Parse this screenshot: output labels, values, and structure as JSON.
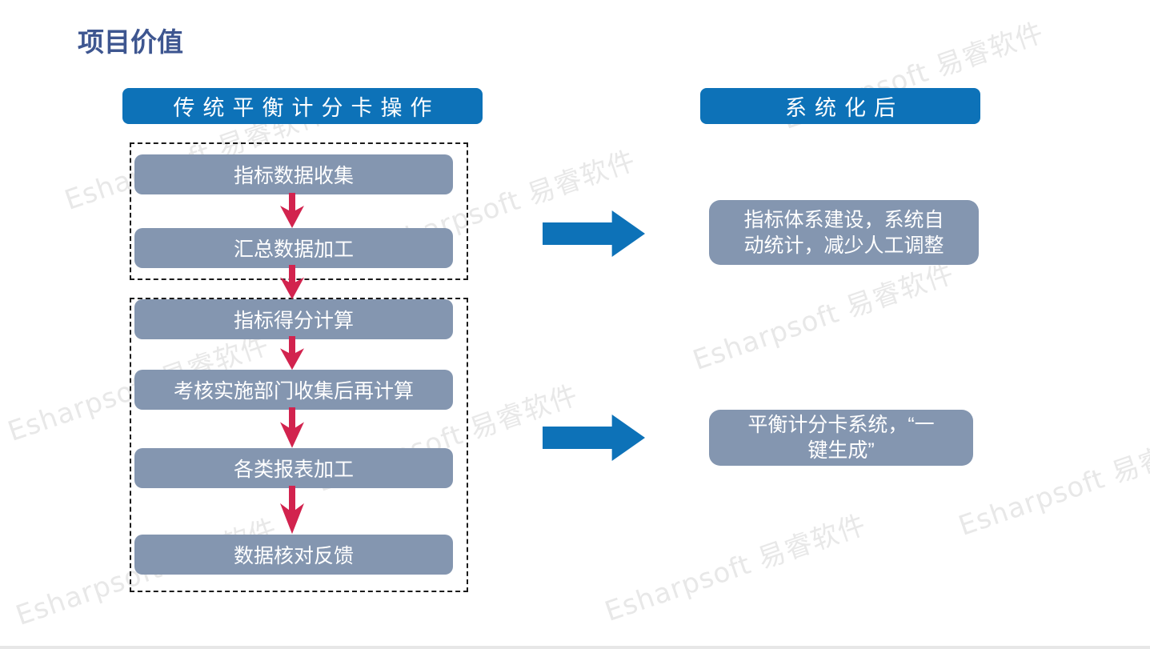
{
  "slide": {
    "title": "项目价值",
    "watermark_text": "Esharpsoft 易睿软件",
    "colors": {
      "accent_blue": "#0D72B8",
      "box_gray": "#8496B0",
      "arrow_red": "#D2234E",
      "title_blue": "#3E5690",
      "watermark_gray": "#E8E8E8"
    }
  },
  "left_column": {
    "header": "传统平衡计分卡操作",
    "group1_steps": [
      "指标数据收集",
      "汇总数据加工"
    ],
    "group2_steps": [
      "指标得分计算",
      "考核实施部门收集后再计算",
      "各类报表加工",
      "数据核对反馈"
    ]
  },
  "right_column": {
    "header": "系统化后",
    "result1_line1": "指标体系建设，系统自",
    "result1_line2": "动统计，减少人工调整",
    "result2_line1": "平衡计分卡系统，“一",
    "result2_line2": "键生成”"
  }
}
